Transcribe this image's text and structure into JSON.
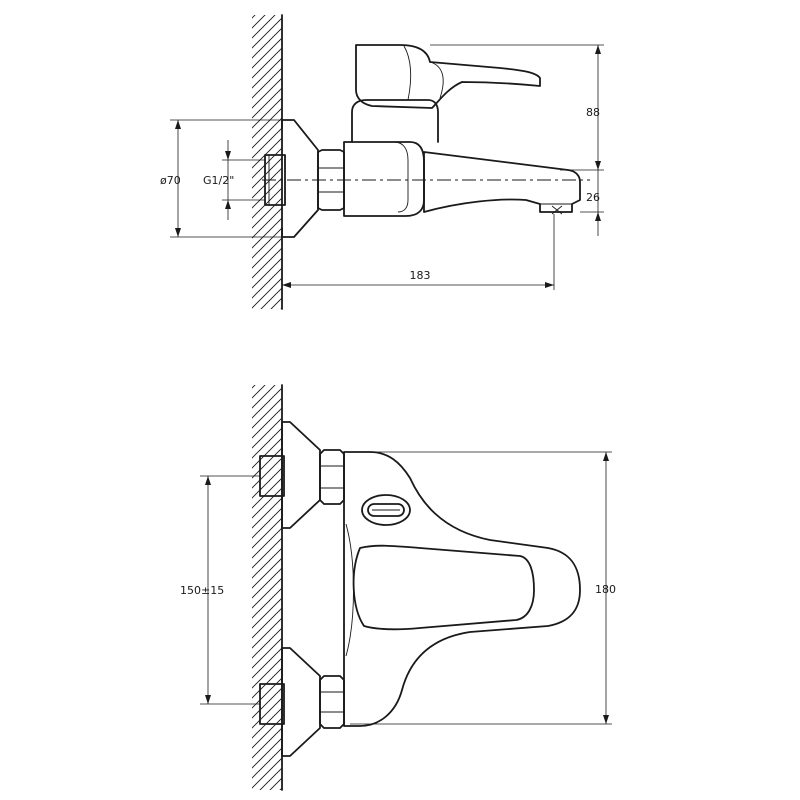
{
  "top_view": {
    "dims": {
      "height_lever": "88",
      "spout_drop": "26",
      "total_length": "183",
      "flange_diameter": "ø70",
      "thread": "G1/2\""
    }
  },
  "front_view": {
    "dims": {
      "center_distance": "150±15",
      "body_height": "180"
    }
  }
}
